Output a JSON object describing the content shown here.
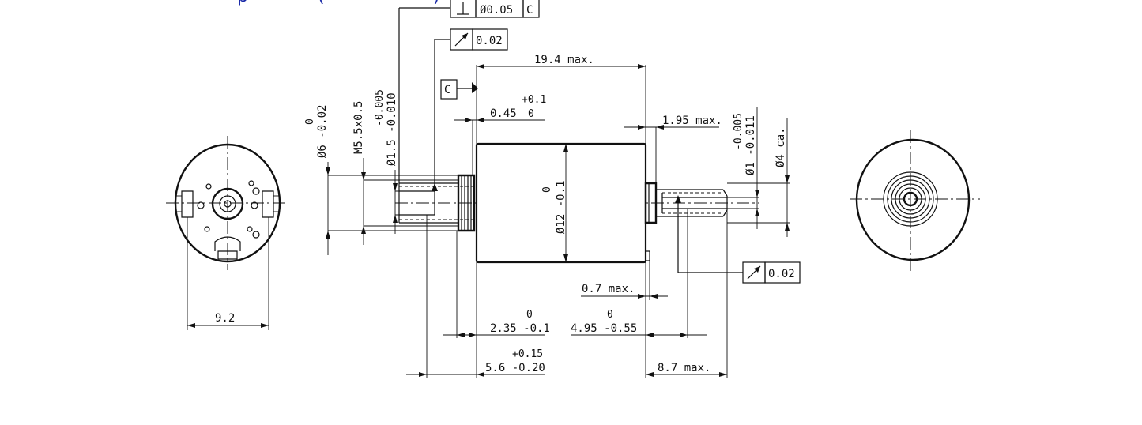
{
  "header": {
    "partial_title": "p",
    "partial_paren": "(",
    "partial_paren_close": ")"
  },
  "tolerances": {
    "perpendicularity_value": "Ø0.05",
    "perpendicularity_datum": "C",
    "runout_top_value": "0.02",
    "runout_bottom_value": "0.02",
    "datum_label": "C"
  },
  "dimensions": {
    "overall_length": "19.4 max.",
    "shoulder_upper": "+0.1",
    "shoulder_base": "0.45",
    "shoulder_lower": "0",
    "shaft_front_length": "1.95 max.",
    "thread_dia_upper": "0",
    "thread_dia_base": "Ø6 -0.02",
    "thread": "M5.5x0.5",
    "pin_dia_upper": "-0.005",
    "pin_dia_base": "Ø1.5 -0.010",
    "body_dia_upper": "0",
    "body_dia_base": "Ø12 -0.1",
    "shaft_dia_upper": "-0.005",
    "shaft_dia_base": "Ø1 -0.011",
    "shaft_approx": "Ø4 ca.",
    "washer": "0.7 max.",
    "left_part_upper": "0",
    "left_part_base": "2.35 -0.1",
    "right_part_upper": "0",
    "right_part_base": "4.95 -0.55",
    "flange_upper": "+0.15",
    "flange_base": "5.6 -0.20",
    "shaft_length": "8.7 max.",
    "rear_width": "9.2"
  }
}
